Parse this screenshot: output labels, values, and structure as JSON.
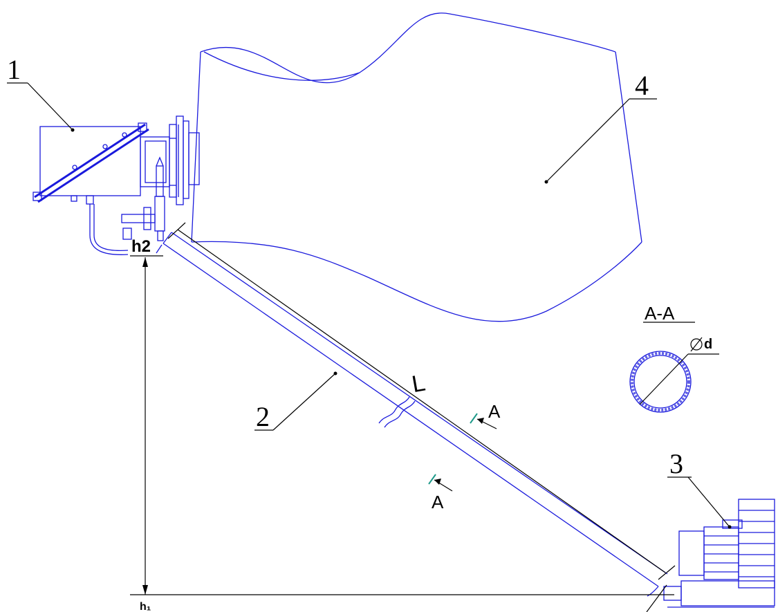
{
  "labels": {
    "tank": "4",
    "device": "1",
    "pipe": "2",
    "blower": "3"
  },
  "dimensions": {
    "h2": "h2",
    "h1": "h₁",
    "length": "L",
    "diameter": "d"
  },
  "section": {
    "title": "A-A",
    "mark": "A"
  },
  "colors": {
    "outline": "#1a1adc",
    "dimension": "#000000",
    "section_mark": "#1f9a8a"
  }
}
